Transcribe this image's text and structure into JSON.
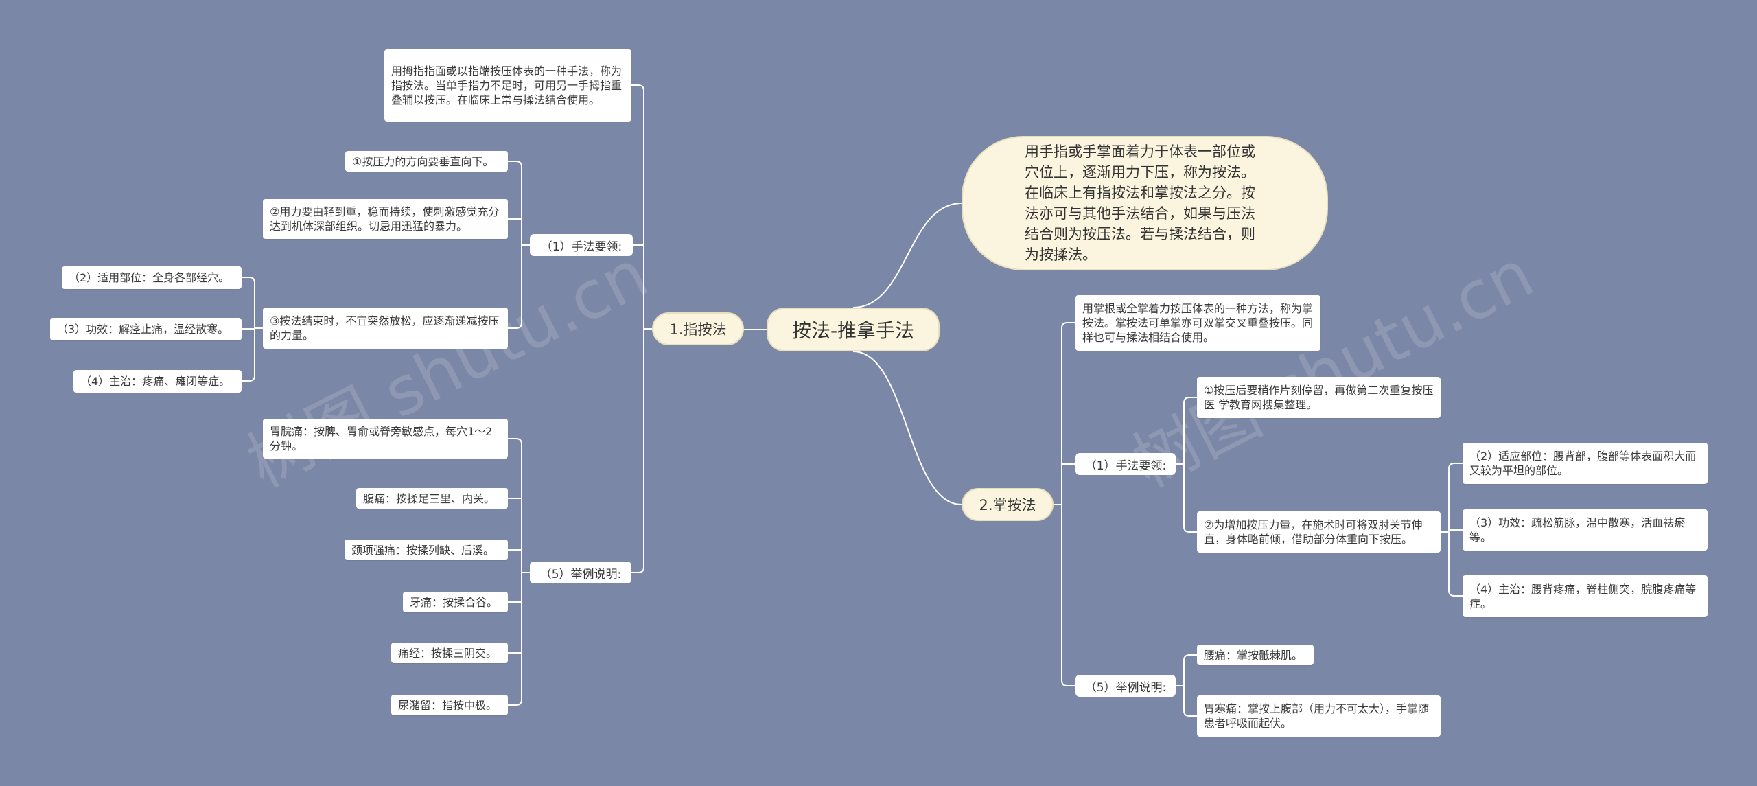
{
  "root": "按法-推拿手法",
  "finger": {
    "title": "1.指按法",
    "definition": "用拇指指面或以指端按压体表的一种手法，称为指按法。当单手指力不足时，可用另一手拇指重叠辅以按压。在临床上常与揉法结合使用。",
    "essentials": {
      "label": "（1）手法要领:",
      "p1": "①按压力的方向要垂直向下。",
      "p2": "②用力要由轻到重，稳而持续，使刺激感觉充分达到机体深部组织。切忌用迅猛的暴力。",
      "p3": "③按法结束时，不宜突然放松，应逐渐递减按压的力量。",
      "p3_children": [
        "（2）适用部位：全身各部经穴。",
        "（3）功效：解痉止痛，温经散寒。",
        "（4）主治：疼痛、瘫闭等症。"
      ]
    },
    "examples": {
      "label": "（5）举例说明:",
      "items": [
        "胃脘痛：按脾、胃俞或脊旁敏感点，每穴1～2分钟。",
        "腹痛：按揉足三里、内关。",
        "颈项强痛：按揉列缺、后溪。",
        "牙痛：按揉合谷。",
        "痛经：按揉三阴交。",
        "尿潴留：指按中极。"
      ]
    }
  },
  "summary": "用手指或手掌面着力于体表一部位或穴位上，逐渐用力下压，称为按法。在临床上有指按法和掌按法之分。按法亦可与其他手法结合，如果与压法结合则为按压法。若与揉法结合，则为按揉法。",
  "palm": {
    "title": "2.掌按法",
    "definition": "用掌根或全掌着力按压体表的一种方法，称为掌按法。掌按法可单掌亦可双掌交叉重叠按压。同样也可与揉法相结合使用。",
    "essentials": {
      "label": "（1）手法要领:",
      "p1": "①按压后要稍作片刻停留，再做第二次重复按压医 学教育网搜集整理。",
      "p2": "②为增加按压力量，在施术时可将双肘关节伸直，身体略前倾，借助部分体重向下按压。",
      "p2_children": [
        "（2）适应部位：腰背部，腹部等体表面积大而又较为平坦的部位。",
        "（3）功效：疏松筋脉，温中散寒，活血祛瘀等。",
        "（4）主治：腰背疼痛，脊柱侧突，脘腹疼痛等症。"
      ]
    },
    "examples": {
      "label": "（5）举例说明:",
      "items": [
        "腰痛：掌按骶棘肌。",
        "胃寒痛：掌按上腹部（用力不可太大），手掌随患者呼吸而起伏。"
      ]
    }
  },
  "watermark": [
    "树图 shutu.cn",
    "树图 shutu.cn"
  ],
  "colors": {
    "background": "#7b87a6",
    "line": "#ffffff",
    "card": "#ffffff",
    "accent": "#fbf5df"
  }
}
